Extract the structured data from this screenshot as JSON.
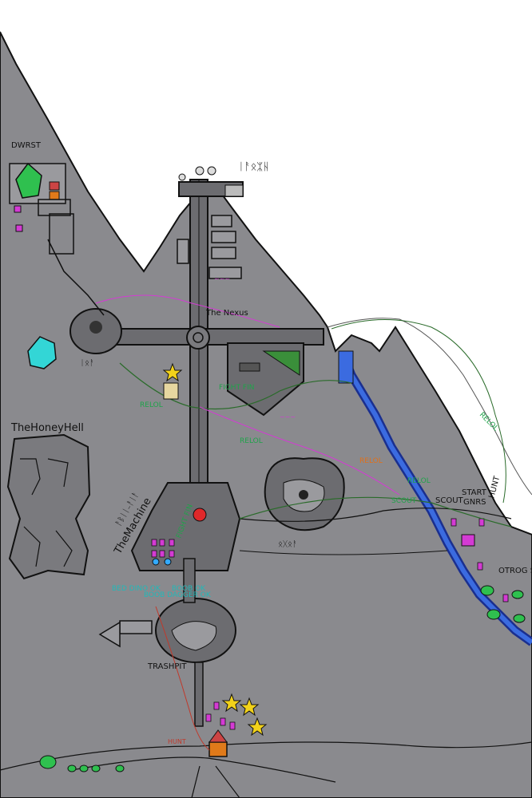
{
  "map": {
    "labels": {
      "top_glyphs": "ᛁᚨᛟᛯᚺ",
      "dwarf_outpost": "DWRST",
      "honey_hell": "TheHoneyHell",
      "the_machine": "TheMachine",
      "machine_glyphs": "ᚨᛒᛁᛁ₋ᚨᛁᚨ",
      "nexus": "The Nexus",
      "relol_top_right": "RELOL",
      "relol_mid_1": "RELOL",
      "relol_mid_2": "RELOL",
      "relol_center": "RELOL",
      "relol_left": "RELOL",
      "hunt": "HUNT",
      "start": "START",
      "scout_1": "SCOUT",
      "scout_2": "SCOUT",
      "gnrs": "GNRS",
      "otrog_str": "OTROG STR",
      "trashpit": "TRASHPIT",
      "hunt_bottom": "HUNT",
      "fight_fin_1": "FIGHT FIN",
      "fight_fin_2": "FIGHT FIN",
      "bed_dino_ok": "BED DINO OK",
      "dagger_ok": "BOOB DAGGER OK",
      "boob_ok": "BOOB OK",
      "cavern_glyphs": "ᛟᚷᛟᚨ",
      "west_glyphs": "ᛁᛟᚨ",
      "pink_note_1": "~~~",
      "pink_note_2": "~~~"
    }
  }
}
